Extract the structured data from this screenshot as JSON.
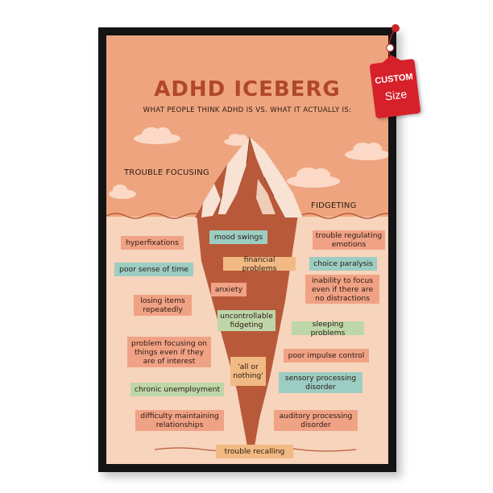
{
  "poster": {
    "title": "ADHD ICEBERG",
    "subtitle": "WHAT PEOPLE THINK ADHD IS VS. WHAT IT ACTUALLY IS:",
    "surface_labels": {
      "left": "TROUBLE FOCUSING",
      "right": "FIDGETING"
    },
    "colors": {
      "sky": "#eea57f",
      "sea": "#f7d4bc",
      "iceberg": "#b85a3a",
      "title": "#b0472c",
      "tag_salmon": "#f0a285",
      "tag_tan": "#f1b983",
      "tag_teal": "#9ccdc2",
      "tag_sage": "#bed6a8"
    },
    "tags": [
      {
        "text": "mood swings"
      },
      {
        "text": "trouble regulating emotions"
      },
      {
        "text": "hyperfixations"
      },
      {
        "text": "financial problems"
      },
      {
        "text": "choice paralysis"
      },
      {
        "text": "poor sense of time"
      },
      {
        "text": "anxiety"
      },
      {
        "text": "inability to focus even if there are no distractions"
      },
      {
        "text": "losing items repeatedly"
      },
      {
        "text": "uncontrollable fidgeting"
      },
      {
        "text": "sleeping problems"
      },
      {
        "text": "problem focusing on things even if they are of interest"
      },
      {
        "text": "'all or nothing'"
      },
      {
        "text": "poor impulse control"
      },
      {
        "text": "chronic unemployment"
      },
      {
        "text": "sensory processing disorder"
      },
      {
        "text": "difficulty maintaining relationships"
      },
      {
        "text": "auditory processing disorder"
      },
      {
        "text": "trouble recalling"
      }
    ]
  },
  "hang_tag": {
    "line1": "CUSTOM",
    "line2": "Size",
    "color": "#d7212a"
  }
}
